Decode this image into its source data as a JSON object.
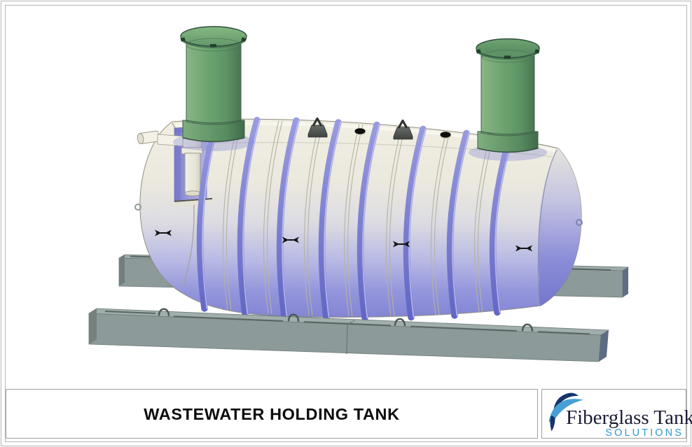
{
  "sheet": {
    "background": "#ffffff",
    "frame_outer_color": "#c9c9c9",
    "frame_inner_color": "#b7b7b7"
  },
  "title_block": {
    "title": "WASTEWATER HOLDING TANK",
    "logo": {
      "line1": "Fiberglass Tank",
      "line2": "SOLUTIONS",
      "line1_color": "#1c1c38",
      "line2_color": "#2e9ad2",
      "mark_navy_color": "#14346a",
      "mark_blue_color": "#46a0d6"
    }
  },
  "drawing": {
    "subject": "3D rendering of a horizontal cylindrical fiberglass wastewater holding tank on ballast beams",
    "tank": {
      "shell_top_color": "#f0eee1",
      "shell_bottom_color": "#8183d2",
      "rib_color": "#7e81d0",
      "rib_count": 8,
      "seam_pair_count": 7,
      "lifting_lug_count": 2,
      "top_port_count": 2,
      "strap_marker_count": 4,
      "end_hook_count": 2
    },
    "risers": [
      {
        "name": "left-access-riser",
        "body_color": "#6ea571",
        "lid_color": "#7bae7a"
      },
      {
        "name": "right-access-riser",
        "body_color": "#6ea571",
        "lid_color": "#7bae7a"
      }
    ],
    "inlet": {
      "name": "inlet-pipe-with-cutaway",
      "pipe_color": "#f1efe3",
      "recess_color": "#9a9cdd"
    },
    "ballast_beams": {
      "color": "#8c9a99",
      "front_segments_visible": 2,
      "rear_segments_visible": 1,
      "front_lifting_loop_count": 4,
      "strap_slot_lines": true
    }
  }
}
